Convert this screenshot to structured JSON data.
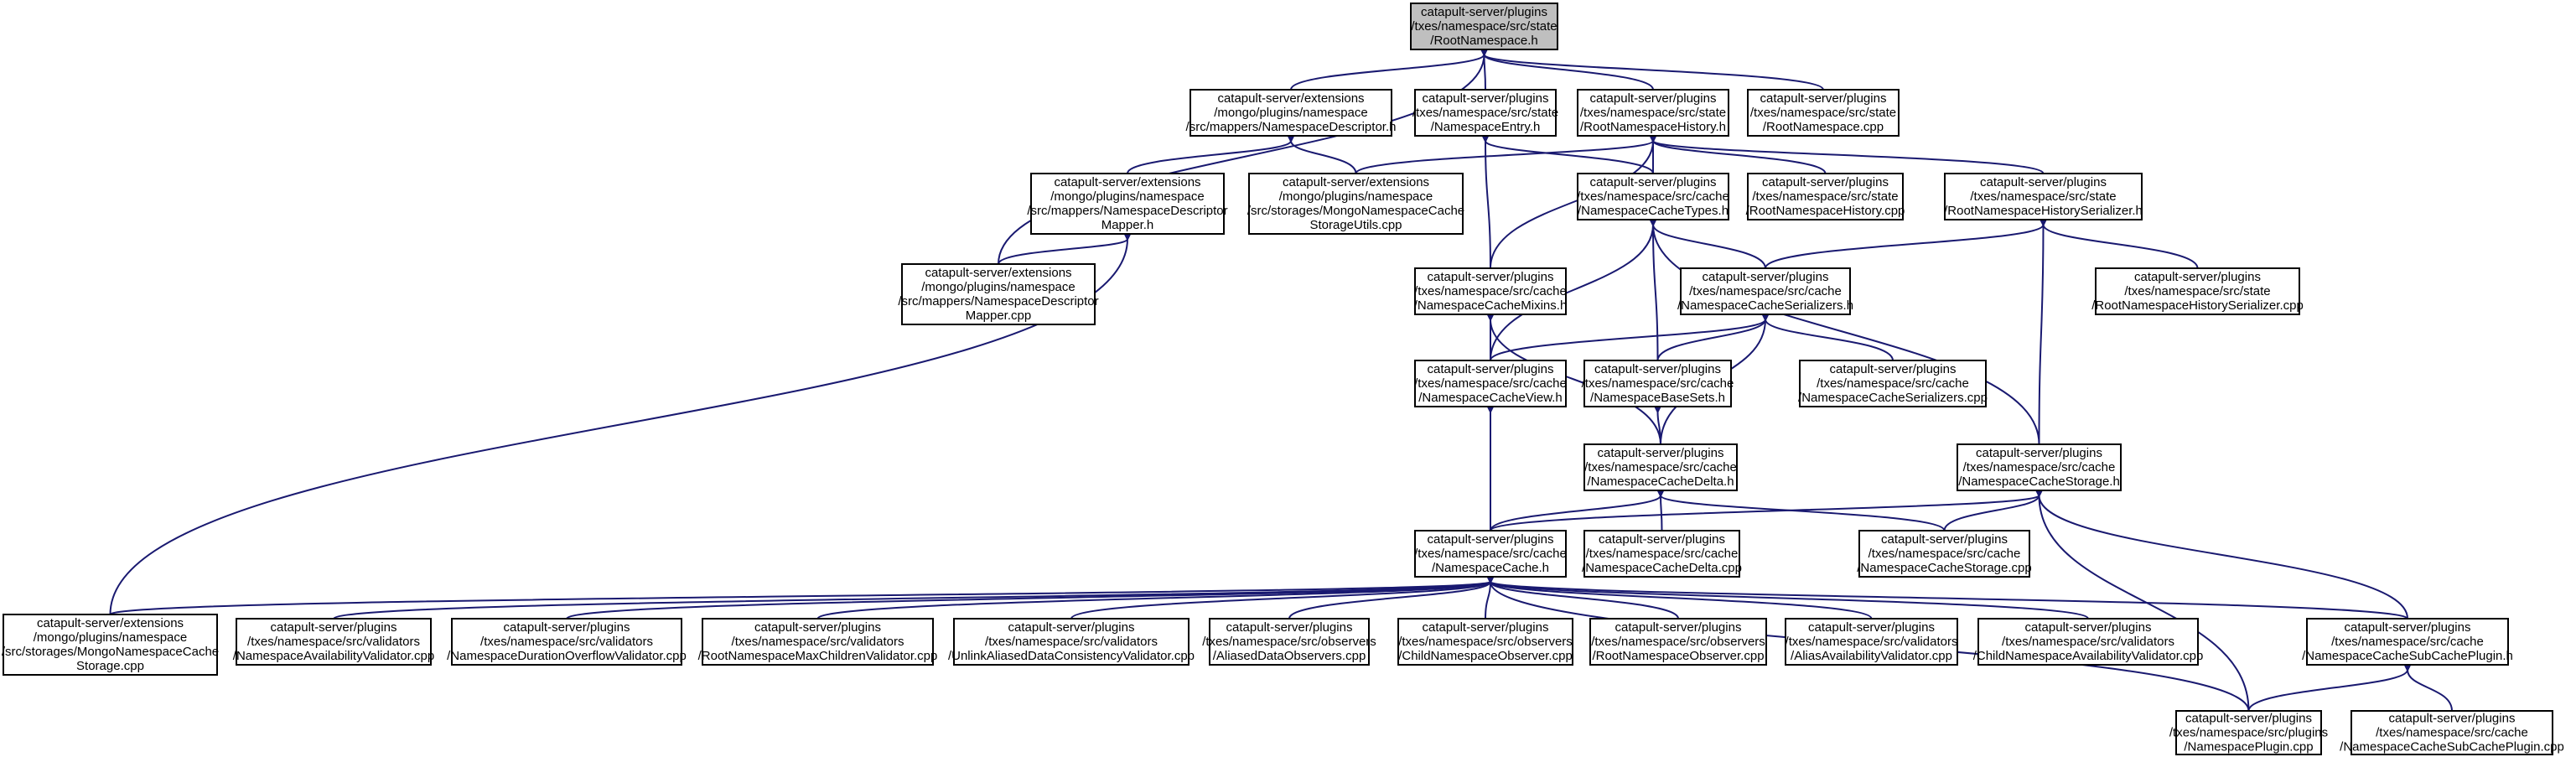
{
  "graph": {
    "title": "",
    "edge_color": "#191970",
    "root_fill": "#bfbfbf",
    "nodes": [
      {
        "id": "root",
        "lines": [
          "catapult-server/plugins",
          "/txes/namespace/src/state",
          "/RootNamespace.h"
        ],
        "root": true
      },
      {
        "id": "ext_nsdesc_h",
        "lines": [
          "catapult-server/extensions",
          "/mongo/plugins/namespace",
          "/src/mappers/NamespaceDescriptor.h"
        ]
      },
      {
        "id": "ns_entry_h",
        "lines": [
          "catapult-server/plugins",
          "/txes/namespace/src/state",
          "/NamespaceEntry.h"
        ]
      },
      {
        "id": "rootns_history_h",
        "lines": [
          "catapult-server/plugins",
          "/txes/namespace/src/state",
          "/RootNamespaceHistory.h"
        ]
      },
      {
        "id": "rootns_cpp",
        "lines": [
          "catapult-server/plugins",
          "/txes/namespace/src/state",
          "/RootNamespace.cpp"
        ]
      },
      {
        "id": "ext_nsdescmapper_h",
        "lines": [
          "catapult-server/extensions",
          "/mongo/plugins/namespace",
          "/src/mappers/NamespaceDescriptor",
          "Mapper.h"
        ]
      },
      {
        "id": "ext_storageutils_cpp",
        "lines": [
          "catapult-server/extensions",
          "/mongo/plugins/namespace",
          "/src/storages/MongoNamespaceCache",
          "StorageUtils.cpp"
        ]
      },
      {
        "id": "ns_cachetypes_h",
        "lines": [
          "catapult-server/plugins",
          "/txes/namespace/src/cache",
          "/NamespaceCacheTypes.h"
        ]
      },
      {
        "id": "rootns_history_cpp",
        "lines": [
          "catapult-server/plugins",
          "/txes/namespace/src/state",
          "/RootNamespaceHistory.cpp"
        ]
      },
      {
        "id": "rootns_hist_ser_h",
        "lines": [
          "catapult-server/plugins",
          "/txes/namespace/src/state",
          "/RootNamespaceHistorySerializer.h"
        ]
      },
      {
        "id": "ext_nsdescmapper_cpp",
        "lines": [
          "catapult-server/extensions",
          "/mongo/plugins/namespace",
          "/src/mappers/NamespaceDescriptor",
          "Mapper.cpp"
        ]
      },
      {
        "id": "ns_cachemixins_h",
        "lines": [
          "catapult-server/plugins",
          "/txes/namespace/src/cache",
          "/NamespaceCacheMixins.h"
        ]
      },
      {
        "id": "ns_cacheser_h",
        "lines": [
          "catapult-server/plugins",
          "/txes/namespace/src/cache",
          "/NamespaceCacheSerializers.h"
        ]
      },
      {
        "id": "rootns_hist_ser_cpp",
        "lines": [
          "catapult-server/plugins",
          "/txes/namespace/src/state",
          "/RootNamespaceHistorySerializer.cpp"
        ]
      },
      {
        "id": "ns_cacheview_h",
        "lines": [
          "catapult-server/plugins",
          "/txes/namespace/src/cache",
          "/NamespaceCacheView.h"
        ]
      },
      {
        "id": "ns_basesets_h",
        "lines": [
          "catapult-server/plugins",
          "/txes/namespace/src/cache",
          "/NamespaceBaseSets.h"
        ]
      },
      {
        "id": "ns_cacheser_cpp",
        "lines": [
          "catapult-server/plugins",
          "/txes/namespace/src/cache",
          "/NamespaceCacheSerializers.cpp"
        ]
      },
      {
        "id": "ns_cachedelta_h",
        "lines": [
          "catapult-server/plugins",
          "/txes/namespace/src/cache",
          "/NamespaceCacheDelta.h"
        ]
      },
      {
        "id": "ns_cachestorage_h",
        "lines": [
          "catapult-server/plugins",
          "/txes/namespace/src/cache",
          "/NamespaceCacheStorage.h"
        ]
      },
      {
        "id": "ns_cache_h",
        "lines": [
          "catapult-server/plugins",
          "/txes/namespace/src/cache",
          "/NamespaceCache.h"
        ]
      },
      {
        "id": "ns_cachedelta_cpp",
        "lines": [
          "catapult-server/plugins",
          "/txes/namespace/src/cache",
          "/NamespaceCacheDelta.cpp"
        ]
      },
      {
        "id": "ns_cachestorage_cpp",
        "lines": [
          "catapult-server/plugins",
          "/txes/namespace/src/cache",
          "/NamespaceCacheStorage.cpp"
        ]
      },
      {
        "id": "ext_mongocachestorage_cpp",
        "lines": [
          "catapult-server/extensions",
          "/mongo/plugins/namespace",
          "/src/storages/MongoNamespaceCache",
          "Storage.cpp"
        ]
      },
      {
        "id": "v_nsavail_cpp",
        "lines": [
          "catapult-server/plugins",
          "/txes/namespace/src/validators",
          "/NamespaceAvailabilityValidator.cpp"
        ]
      },
      {
        "id": "v_nsdur_cpp",
        "lines": [
          "catapult-server/plugins",
          "/txes/namespace/src/validators",
          "/NamespaceDurationOverflowValidator.cpp"
        ]
      },
      {
        "id": "v_rootmax_cpp",
        "lines": [
          "catapult-server/plugins",
          "/txes/namespace/src/validators",
          "/RootNamespaceMaxChildrenValidator.cpp"
        ]
      },
      {
        "id": "v_unlink_cpp",
        "lines": [
          "catapult-server/plugins",
          "/txes/namespace/src/validators",
          "/UnlinkAliasedDataConsistencyValidator.cpp"
        ]
      },
      {
        "id": "o_aliased_cpp",
        "lines": [
          "catapult-server/plugins",
          "/txes/namespace/src/observers",
          "/AliasedDataObservers.cpp"
        ]
      },
      {
        "id": "o_childns_cpp",
        "lines": [
          "catapult-server/plugins",
          "/txes/namespace/src/observers",
          "/ChildNamespaceObserver.cpp"
        ]
      },
      {
        "id": "o_rootns_cpp",
        "lines": [
          "catapult-server/plugins",
          "/txes/namespace/src/observers",
          "/RootNamespaceObserver.cpp"
        ]
      },
      {
        "id": "v_aliasavail_cpp",
        "lines": [
          "catapult-server/plugins",
          "/txes/namespace/src/validators",
          "/AliasAvailabilityValidator.cpp"
        ]
      },
      {
        "id": "v_childavail_cpp",
        "lines": [
          "catapult-server/plugins",
          "/txes/namespace/src/validators",
          "/ChildNamespaceAvailabilityValidator.cpp"
        ]
      },
      {
        "id": "ns_subcacheplugin_h",
        "lines": [
          "catapult-server/plugins",
          "/txes/namespace/src/cache",
          "/NamespaceCacheSubCachePlugin.h"
        ]
      },
      {
        "id": "ns_plugin_cpp",
        "lines": [
          "catapult-server/plugins",
          "/txes/namespace/src/plugins",
          "/NamespacePlugin.cpp"
        ]
      },
      {
        "id": "ns_subcacheplugin_cpp",
        "lines": [
          "catapult-server/plugins",
          "/txes/namespace/src/cache",
          "/NamespaceCacheSubCachePlugin.cpp"
        ]
      }
    ]
  }
}
